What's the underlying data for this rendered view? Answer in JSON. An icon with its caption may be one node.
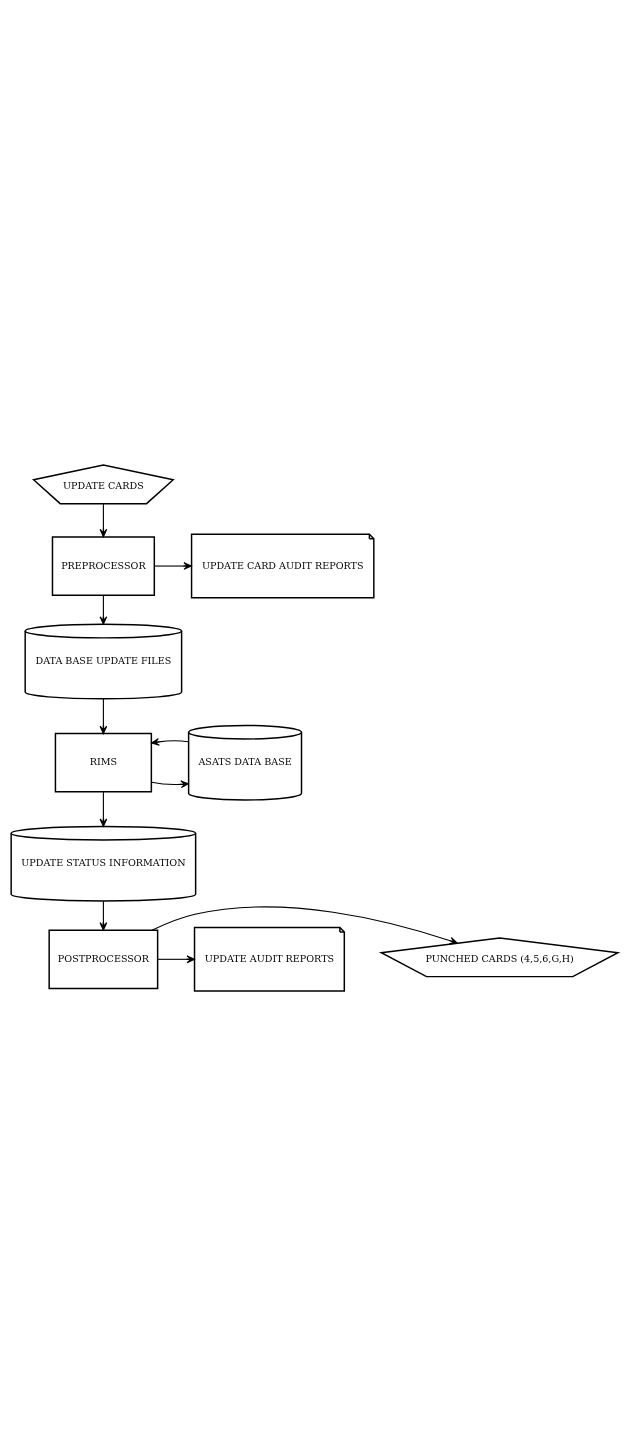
{
  "diagram": {
    "nodes": [
      {
        "text": [
          "UPDATE CARDS"
        ]
      },
      {
        "text": [
          "PREPROCESSOR"
        ]
      },
      {
        "text": [
          "UPDATE CARD AUDIT REPORTS"
        ]
      },
      {
        "text": [
          "DATA BASE UPDATE FILES"
        ]
      },
      {
        "text": [
          "RIMS"
        ]
      },
      {
        "text": [
          "ASATS DATA BASE"
        ]
      },
      {
        "text": [
          "UPDATE STATUS INFORMATION"
        ]
      },
      {
        "text": [
          "POSTPROCESSOR"
        ]
      },
      {
        "text": [
          "PUNCHED CARDS (4,5,6,G,H)"
        ]
      },
      {
        "text": [
          "UPDATE AUDIT REPORTS"
        ]
      }
    ],
    "edges": [
      {
        "from": 0,
        "to": 1,
        "arrow": "to"
      },
      {
        "from": 1,
        "to": 2,
        "arrow": "to"
      },
      {
        "from": 1,
        "to": 3,
        "arrow": "to"
      },
      {
        "from": 3,
        "to": 4,
        "arrow": "to"
      },
      {
        "from": 4,
        "to": 5,
        "arrow": "to"
      },
      {
        "from": 5,
        "to": 4,
        "arrow": "to"
      },
      {
        "from": 4,
        "to": 6,
        "arrow": "to"
      },
      {
        "from": 6,
        "to": 7,
        "arrow": "to"
      },
      {
        "from": 7,
        "to": 8,
        "arrow": "to"
      },
      {
        "from": 7,
        "to": 9,
        "arrow": "to"
      }
    ]
  }
}
